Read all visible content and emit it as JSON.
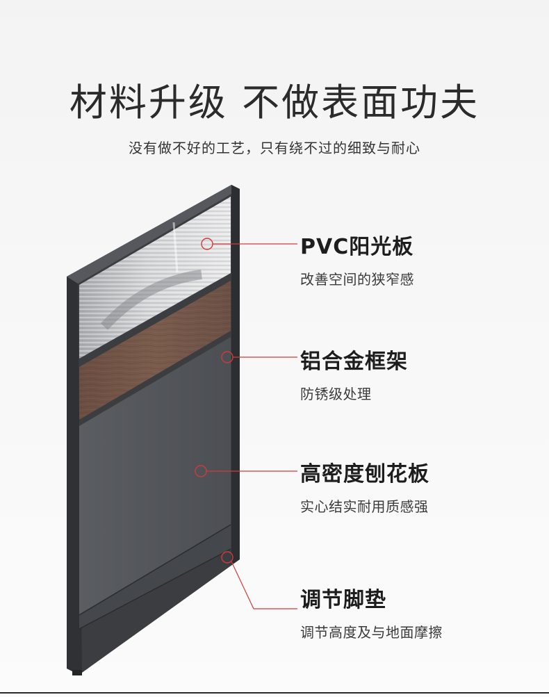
{
  "header": {
    "title": "材料升级 不做表面功夫",
    "subtitle": "没有做不好的工艺，只有绕不过的细致与耐心"
  },
  "features": [
    {
      "title": "PVC阳光板",
      "desc": "改善空间的狭窄感"
    },
    {
      "title": "铝合金框架",
      "desc": "防锈级处理"
    },
    {
      "title": "高密度刨花板",
      "desc": "实心结实耐用质感强"
    },
    {
      "title": "调节脚垫",
      "desc": "调节高度及与地面摩擦"
    }
  ],
  "colors": {
    "frame": "#3b3d40",
    "wood": "#6e5244",
    "fabric": "#55585c",
    "callout": "#d23a3a"
  }
}
